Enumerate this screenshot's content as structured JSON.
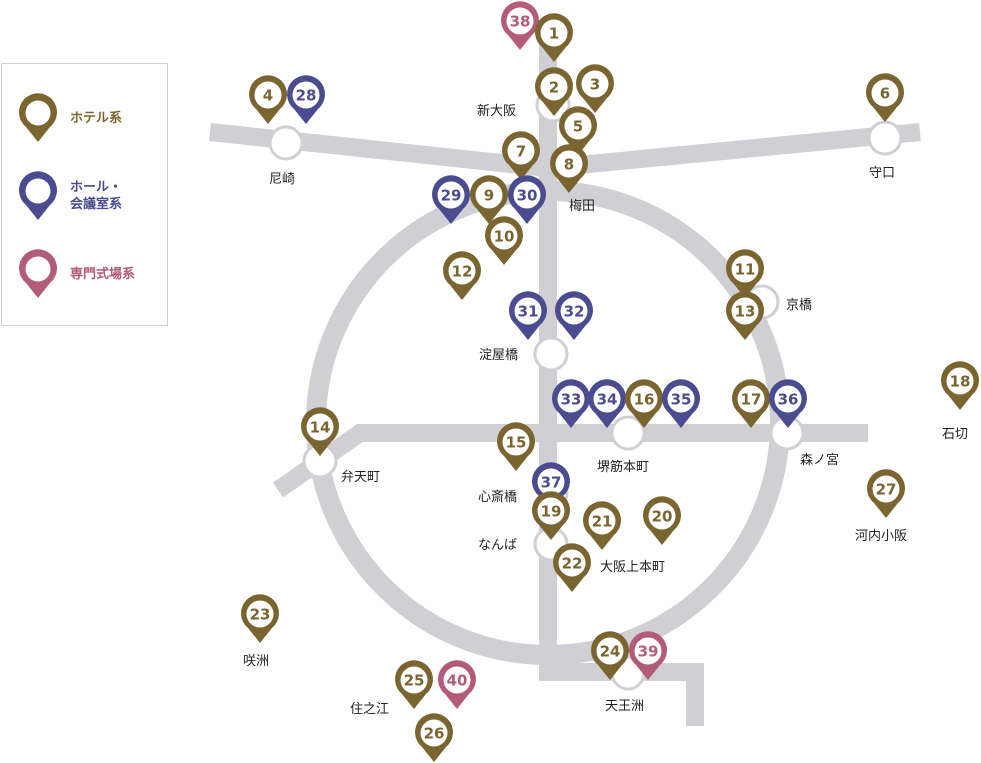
{
  "colors": {
    "hotel": "#7a6531",
    "hall": "#4a4c8f",
    "ceremony": "#b35c7a",
    "line": "#cfcfd4",
    "station_fill": "#ffffff"
  },
  "legend": [
    {
      "type": "hotel",
      "label": "ホテル系"
    },
    {
      "type": "hall",
      "label": "ホール・\n会議室系"
    },
    {
      "type": "ceremony",
      "label": "専門式場系"
    }
  ],
  "stations": {
    "shin_osaka": "新大阪",
    "amagasaki": "尼崎",
    "moriguchi": "守口",
    "umeda": "梅田",
    "kyobashi": "京橋",
    "yodoyabashi": "淀屋橋",
    "sakaisuji_honmachi": "堺筋本町",
    "morinomiya": "森ノ宮",
    "ishikiri": "石切",
    "bentencho": "弁天町",
    "shinsaibashi": "心斎橋",
    "namba": "なんば",
    "osaka_uehommachi": "大阪上本町",
    "kawachi_kosaka": "河内小阪",
    "sakishima": "咲洲",
    "tennoji": "天王洲",
    "suminoe": "住之江"
  },
  "pins": [
    {
      "num": "38",
      "type": "ceremony"
    },
    {
      "num": "1",
      "type": "hotel"
    },
    {
      "num": "2",
      "type": "hotel"
    },
    {
      "num": "3",
      "type": "hotel"
    },
    {
      "num": "4",
      "type": "hotel"
    },
    {
      "num": "28",
      "type": "hall"
    },
    {
      "num": "6",
      "type": "hotel"
    },
    {
      "num": "5",
      "type": "hotel"
    },
    {
      "num": "7",
      "type": "hotel"
    },
    {
      "num": "8",
      "type": "hotel"
    },
    {
      "num": "29",
      "type": "hall"
    },
    {
      "num": "9",
      "type": "hotel"
    },
    {
      "num": "30",
      "type": "hall"
    },
    {
      "num": "10",
      "type": "hotel"
    },
    {
      "num": "12",
      "type": "hotel"
    },
    {
      "num": "11",
      "type": "hotel"
    },
    {
      "num": "13",
      "type": "hotel"
    },
    {
      "num": "31",
      "type": "hall"
    },
    {
      "num": "32",
      "type": "hall"
    },
    {
      "num": "18",
      "type": "hotel"
    },
    {
      "num": "33",
      "type": "hall"
    },
    {
      "num": "34",
      "type": "hall"
    },
    {
      "num": "16",
      "type": "hotel"
    },
    {
      "num": "35",
      "type": "hall"
    },
    {
      "num": "17",
      "type": "hotel"
    },
    {
      "num": "36",
      "type": "hall"
    },
    {
      "num": "14",
      "type": "hotel"
    },
    {
      "num": "15",
      "type": "hotel"
    },
    {
      "num": "37",
      "type": "hall"
    },
    {
      "num": "27",
      "type": "hotel"
    },
    {
      "num": "19",
      "type": "hotel"
    },
    {
      "num": "21",
      "type": "hotel"
    },
    {
      "num": "20",
      "type": "hotel"
    },
    {
      "num": "22",
      "type": "hotel"
    },
    {
      "num": "23",
      "type": "hotel"
    },
    {
      "num": "24",
      "type": "hotel"
    },
    {
      "num": "39",
      "type": "ceremony"
    },
    {
      "num": "25",
      "type": "hotel"
    },
    {
      "num": "40",
      "type": "ceremony"
    },
    {
      "num": "26",
      "type": "hotel"
    }
  ]
}
